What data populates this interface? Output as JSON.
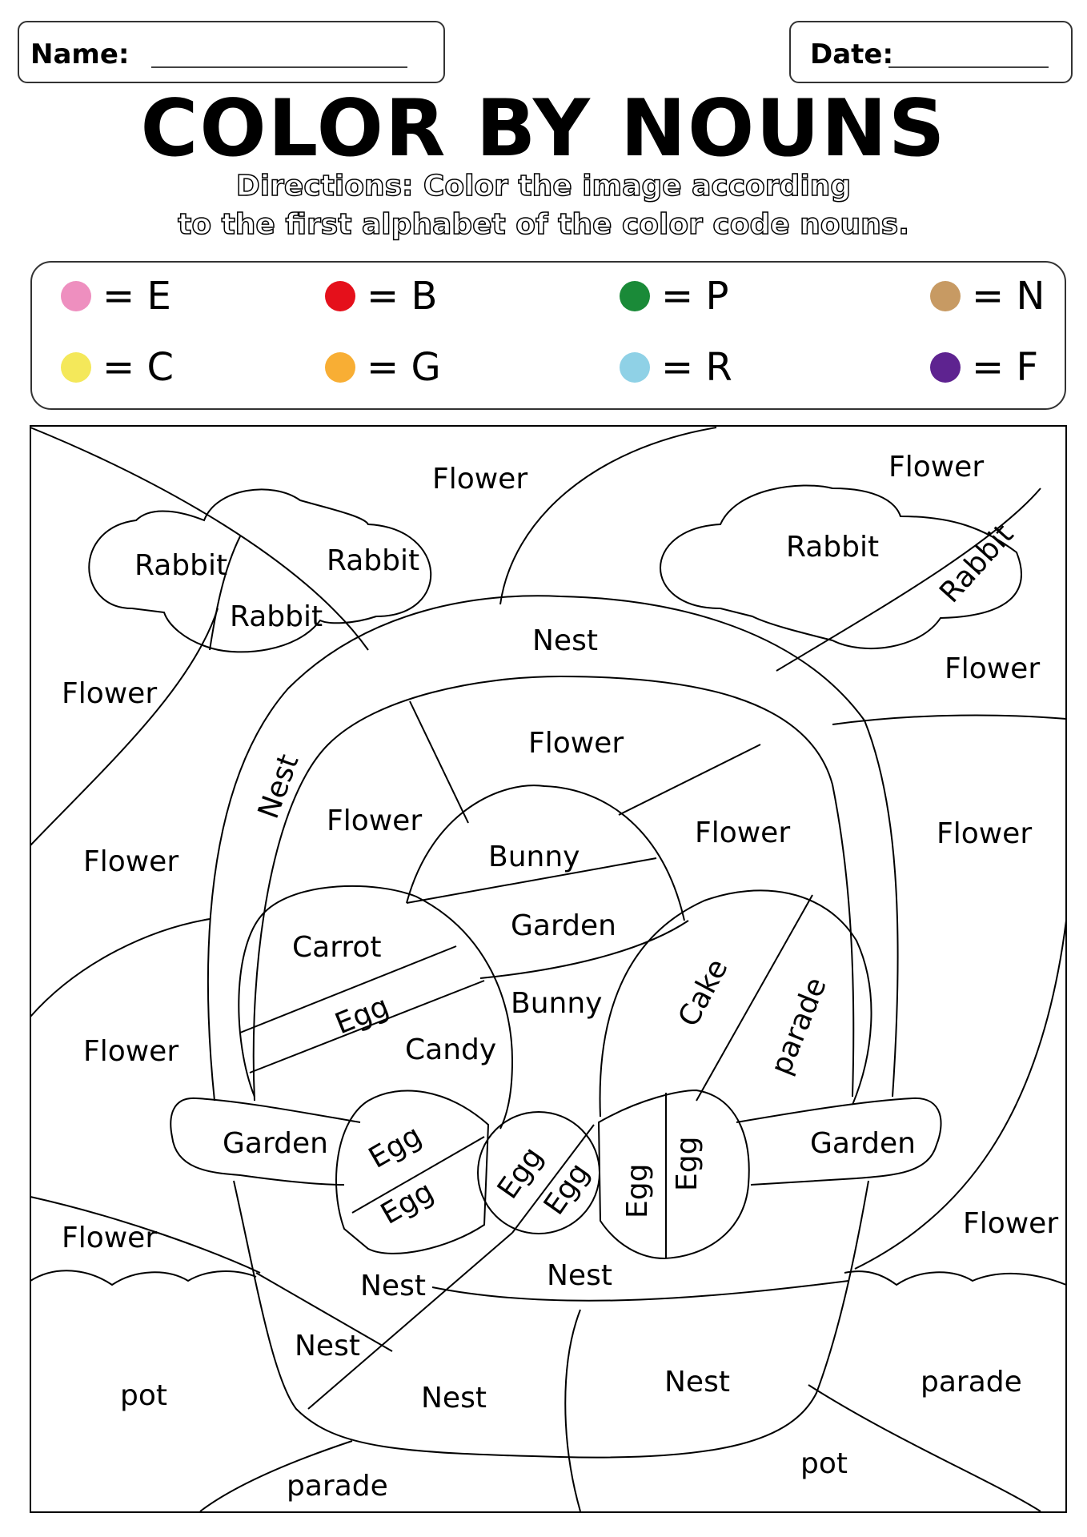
{
  "header": {
    "name_label": "Name:",
    "date_label": "Date:",
    "title": "COLOR BY NOUNS",
    "directions_line1": "Directions: Color the image according",
    "directions_line2": "to the first alphabet of the color code nouns."
  },
  "color_key": [
    {
      "letter": "= E",
      "color": "#ee8fbf"
    },
    {
      "letter": "= B",
      "color": "#e5101b"
    },
    {
      "letter": "= P",
      "color": "#1a8a38"
    },
    {
      "letter": "= N",
      "color": "#c79a63"
    },
    {
      "letter": "= C",
      "color": "#f4e85a"
    },
    {
      "letter": "= G",
      "color": "#f8ae34"
    },
    {
      "letter": "= R",
      "color": "#8fd1e6"
    },
    {
      "letter": "= F",
      "color": "#5e2390"
    }
  ],
  "regions": {
    "flower_top_center": "Flower",
    "flower_top_right": "Flower",
    "rabbit_left_1": "Rabbit",
    "rabbit_left_2": "Rabbit",
    "rabbit_left_3": "Rabbit",
    "rabbit_right_1": "Rabbit",
    "rabbit_right_2": "Rabbit",
    "nest_handle_top": "Nest",
    "nest_handle_left": "Nest",
    "flower_left_1": "Flower",
    "flower_left_2": "Flower",
    "flower_left_3": "Flower",
    "flower_left_4": "Flower",
    "flower_right_1": "Flower",
    "flower_right_2": "Flower",
    "flower_right_3": "Flower",
    "flower_inner_top": "Flower",
    "flower_inner_left": "Flower",
    "flower_inner_right": "Flower",
    "bunny_top": "Bunny",
    "garden_mid": "Garden",
    "carrot": "Carrot",
    "egg_left_stripe": "Egg",
    "candy": "Candy",
    "bunny_mid": "Bunny",
    "cake": "Cake",
    "parade_egg": "parade",
    "garden_bow_left": "Garden",
    "garden_bow_right": "Garden",
    "egg_bow_1": "Egg",
    "egg_bow_2": "Egg",
    "egg_bow_3": "Egg",
    "egg_bow_4": "Egg",
    "egg_bow_5": "Egg",
    "egg_bow_6": "Egg",
    "nest_low_1": "Nest",
    "nest_low_2": "Nest",
    "nest_low_3": "Nest",
    "nest_low_4": "Nest",
    "nest_low_5": "Nest",
    "pot_left": "pot",
    "pot_right": "pot",
    "parade_bottom": "parade",
    "parade_right": "parade"
  }
}
